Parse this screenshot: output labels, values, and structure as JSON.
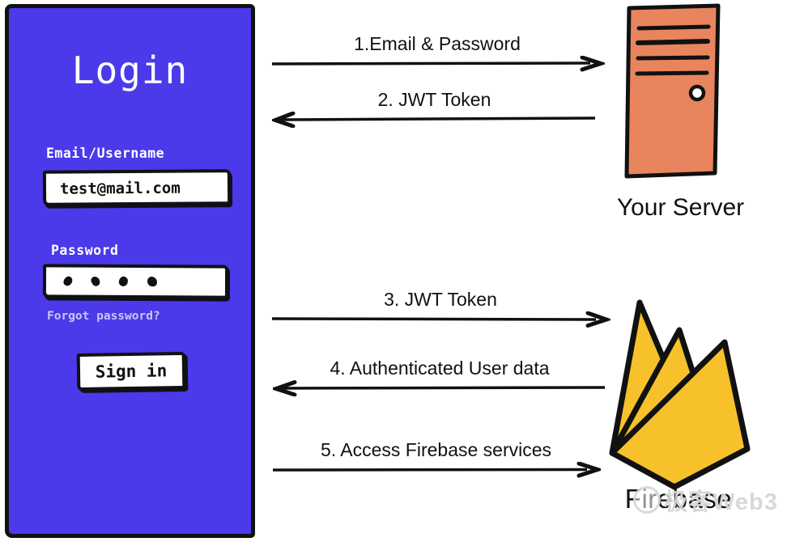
{
  "login_panel": {
    "title": "Login",
    "email_label": "Email/Username",
    "email_value": "test@mail.com",
    "password_label": "Password",
    "password_masked_chars": 4,
    "forgot_link": "Forgot password?",
    "sign_in_button": "Sign in"
  },
  "flows": [
    {
      "step": 1,
      "label": "1.Email & Password",
      "direction": "right",
      "from": "login",
      "to": "your-server"
    },
    {
      "step": 2,
      "label": "2. JWT Token",
      "direction": "left",
      "from": "your-server",
      "to": "login"
    },
    {
      "step": 3,
      "label": "3. JWT Token",
      "direction": "right",
      "from": "login",
      "to": "firebase"
    },
    {
      "step": 4,
      "label": "4. Authenticated User data",
      "direction": "left",
      "from": "firebase",
      "to": "login"
    },
    {
      "step": 5,
      "label": "5. Access Firebase services",
      "direction": "right",
      "from": "login",
      "to": "firebase"
    }
  ],
  "server": {
    "label": "Your Server",
    "icon": "server-tower-icon"
  },
  "firebase": {
    "label": "Firebase",
    "icon": "firebase-flame-icon"
  },
  "watermark": {
    "text": "极客Web3"
  },
  "colors": {
    "panel_purple": "#4B3AE9",
    "outline_black": "#111111",
    "server_orange": "#E8855E",
    "firebase_yellow": "#F6C12B",
    "link_lavender": "#CBC6F6",
    "white": "#FFFFFF"
  }
}
